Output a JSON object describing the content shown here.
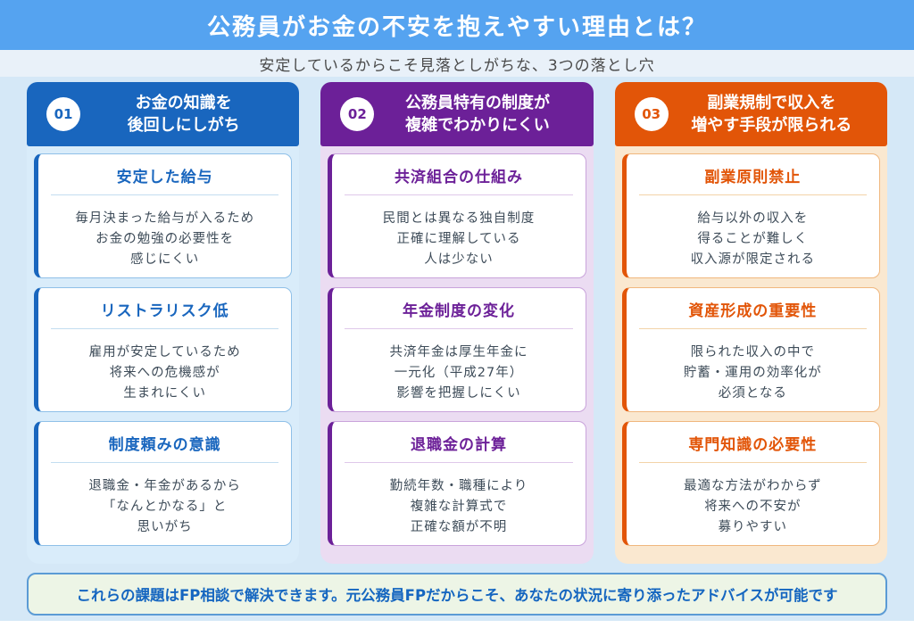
{
  "banner": {
    "title": "公務員がお金の不安を抱えやすい理由とは？"
  },
  "subtitle": "安定しているからこそ見落としがちな、3つの落とし穴",
  "columns": [
    {
      "number": "01",
      "title": "お金の知識を\n後回しにしがち",
      "theme_color": "#1966BE",
      "cards": [
        {
          "title": "安定した給与",
          "body": "毎月決まった給与が入るため\nお金の勉強の必要性を\n感じにくい"
        },
        {
          "title": "リストラリスク低",
          "body": "雇用が安定しているため\n将来への危機感が\n生まれにくい"
        },
        {
          "title": "制度頼みの意識",
          "body": "退職金・年金があるから\n「なんとかなる」と\n思いがち"
        }
      ]
    },
    {
      "number": "02",
      "title": "公務員特有の制度が\n複雑でわかりにくい",
      "theme_color": "#6C2098",
      "cards": [
        {
          "title": "共済組合の仕組み",
          "body": "民間とは異なる独自制度\n正確に理解している\n人は少ない"
        },
        {
          "title": "年金制度の変化",
          "body": "共済年金は厚生年金に\n一元化（平成27年）\n影響を把握しにくい"
        },
        {
          "title": "退職金の計算",
          "body": "勤続年数・職種により\n複雑な計算式で\n正確な額が不明"
        }
      ]
    },
    {
      "number": "03",
      "title": "副業規制で収入を\n増やす手段が限られる",
      "theme_color": "#E25508",
      "cards": [
        {
          "title": "副業原則禁止",
          "body": "給与以外の収入を\n得ることが難しく\n収入源が限定される"
        },
        {
          "title": "資産形成の重要性",
          "body": "限られた収入の中で\n貯蓄・運用の効率化が\n必須となる"
        },
        {
          "title": "専門知識の必要性",
          "body": "最適な方法がわからず\n将来への不安が\n募りやすい"
        }
      ]
    }
  ],
  "footer": {
    "text": "これらの課題はFP相談で解決できます。元公務員FPだからこそ、あなたの状況に寄り添ったアドバイスが可能です"
  },
  "colors": {
    "banner_bg": "#55A3F0",
    "page_bg": "#D5E8F7",
    "subtitle_bg": "#E9F1F9",
    "col1_accent": "#1966BE",
    "col1_tint": "#D9ECFA",
    "col2_accent": "#6C2098",
    "col2_tint": "#EBDCF2",
    "col3_accent": "#E25508",
    "col3_tint": "#FAE8D0",
    "footer_bg": "#EDF5E6",
    "footer_border": "#5B9BD5",
    "footer_text": "#1566C0",
    "body_text": "#3E4C59"
  }
}
